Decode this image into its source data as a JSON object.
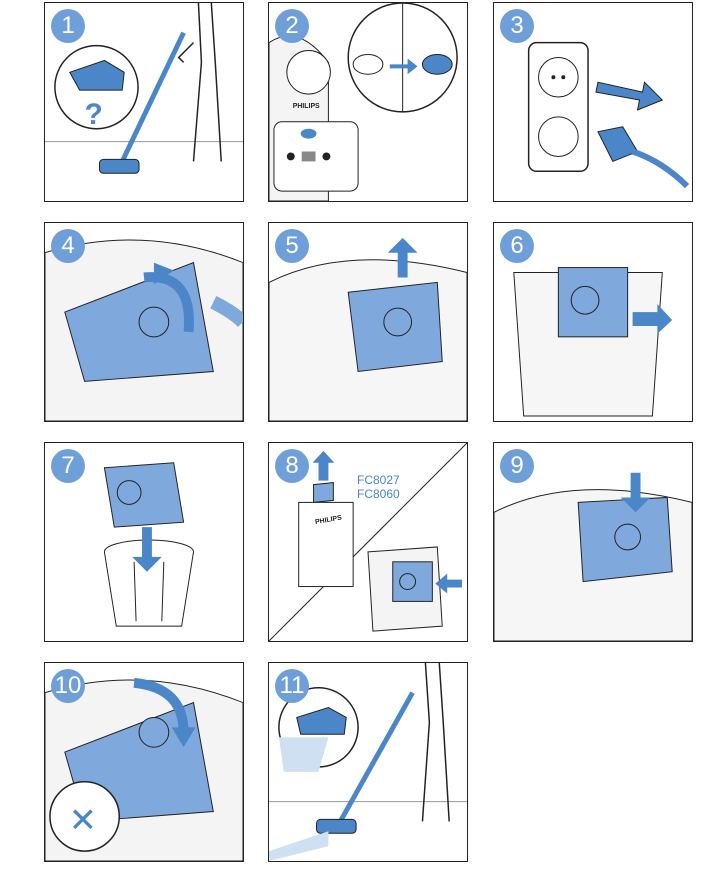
{
  "colors": {
    "accent": "#6f9fd8",
    "blue": "#4a86c8",
    "bag": "#7fa8dc",
    "line": "#222222"
  },
  "steps": [
    {
      "number": "1",
      "icon": "nozzle-question-icon",
      "mark": "?"
    },
    {
      "number": "2",
      "icon": "bag-full-indicator-icon",
      "brand": "PHILIPS"
    },
    {
      "number": "3",
      "icon": "unplug-icon"
    },
    {
      "number": "4",
      "icon": "open-cover-icon"
    },
    {
      "number": "5",
      "icon": "lift-holder-icon"
    },
    {
      "number": "6",
      "icon": "remove-bag-icon"
    },
    {
      "number": "7",
      "icon": "discard-bag-icon"
    },
    {
      "number": "8",
      "icon": "new-bag-icon",
      "models": [
        "FC8027",
        "FC8060"
      ],
      "brand": "PHILIPS"
    },
    {
      "number": "9",
      "icon": "insert-holder-icon"
    },
    {
      "number": "10",
      "icon": "close-cover-icon",
      "mark": "✕"
    },
    {
      "number": "11",
      "icon": "vacuum-again-icon"
    }
  ]
}
